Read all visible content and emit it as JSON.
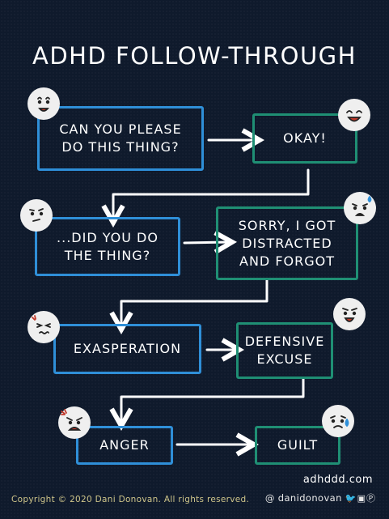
{
  "title": "ADHD FOLLOW-THROUGH",
  "steps": {
    "please": "CAN YOU PLEASE DO THIS THING?",
    "okay": "OKAY!",
    "did": "...DID YOU DO THE THING?",
    "sorry": "SORRY, I GOT DISTRACTED AND FORGOT",
    "exasperation": "EXASPERATION",
    "defensive": "DEFENSIVE EXCUSE",
    "anger": "ANGER",
    "guilt": "GUILT"
  },
  "footer": {
    "site": "adhddd.com",
    "copyright": "Copyright © 2020 Dani Donovan. All rights reserved.",
    "handle": "@ danidonovan"
  },
  "colors": {
    "background": "#0f1a2c",
    "blue": "#2f8fd8",
    "green": "#1f8f74",
    "arrow": "#ffffff"
  }
}
